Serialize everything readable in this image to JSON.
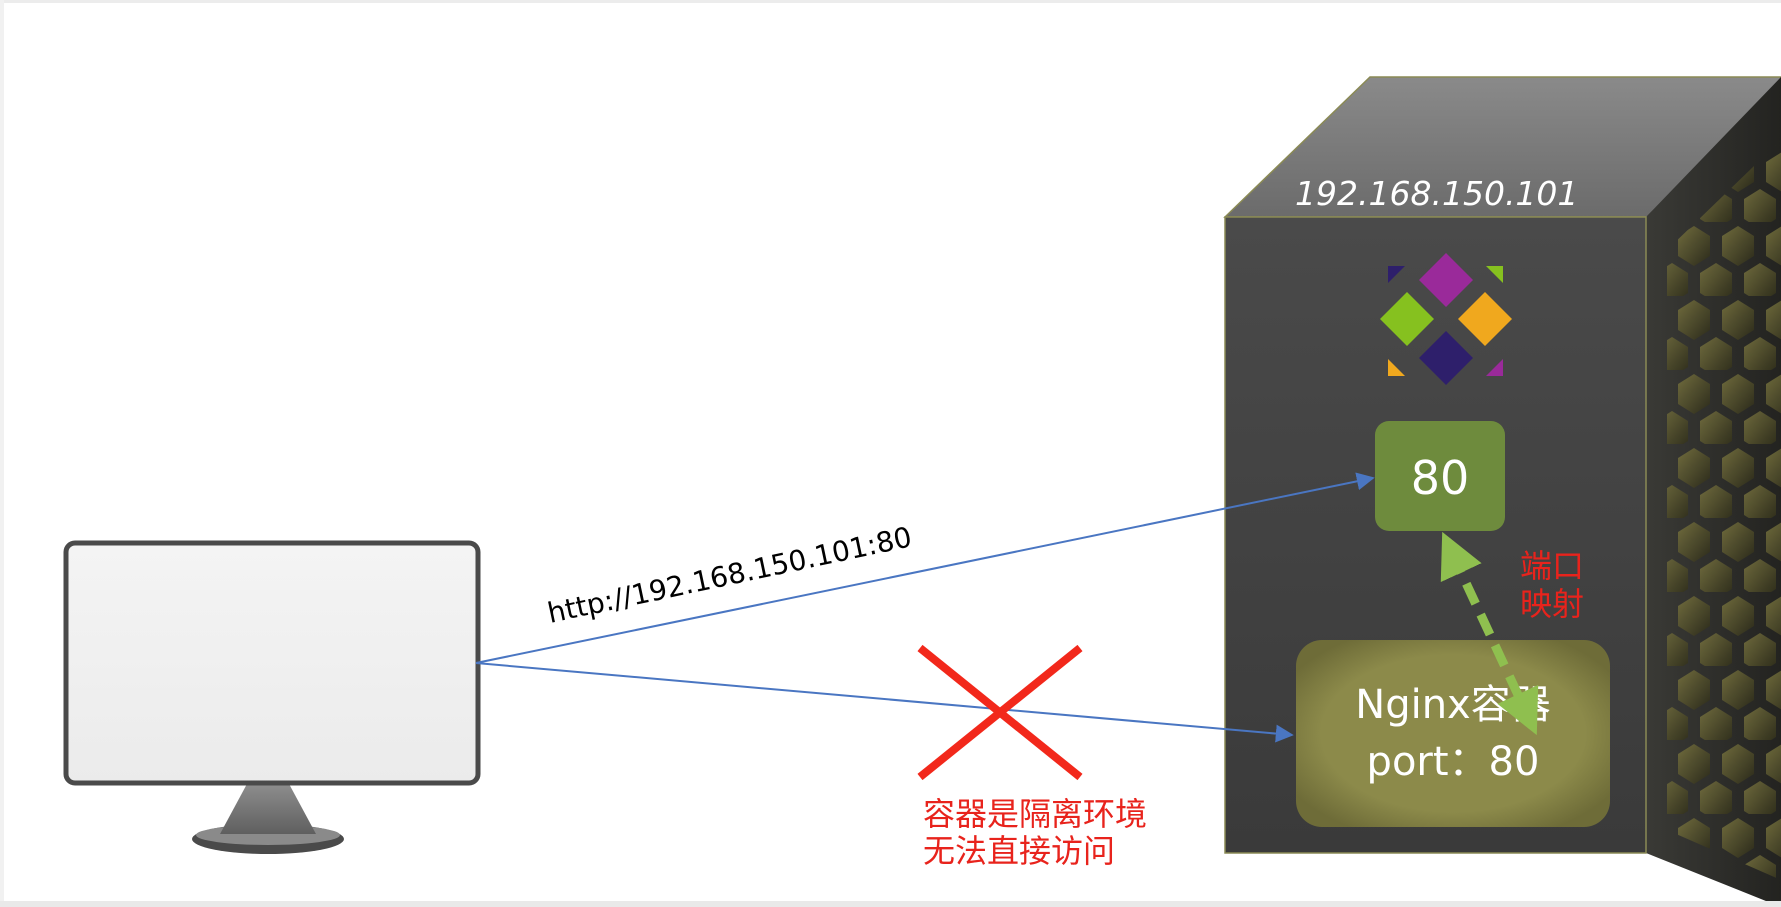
{
  "server": {
    "ip": "192.168.150.101"
  },
  "host_port": {
    "label": "80"
  },
  "container": {
    "name": "Nginx容器",
    "port": "port：80"
  },
  "mapping_label": {
    "line1": "端口",
    "line2": "映射"
  },
  "request": {
    "url": "http://192.168.150.101:80"
  },
  "blocked_note": {
    "line1": "容器是隔离环境",
    "line2": "无法直接访问"
  },
  "colors": {
    "arrow": "#4a76c2",
    "mapping_arrow": "#8fbf4f",
    "port_box": "#6e8b3d",
    "container_box": "#8c8a4a",
    "cross": "#f2281b",
    "note_text": "#e8231c"
  },
  "icons": {
    "client": "monitor-icon",
    "engine": "docker-cube-logo",
    "blocked": "cross-icon"
  }
}
